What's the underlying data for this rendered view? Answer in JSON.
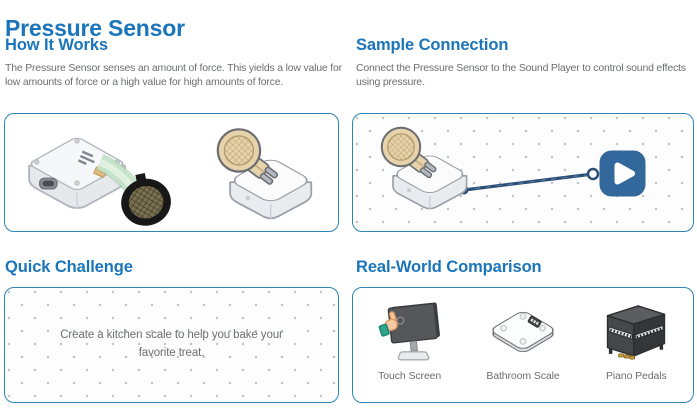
{
  "page": {
    "title": "Pressure Sensor"
  },
  "colors": {
    "heading_blue": "#1b75bb",
    "body_gray": "#6d6e71",
    "card_border": "#2f85b5",
    "sound_player_blue": "#33689c",
    "wire_blue": "#2b4f76",
    "sensor_pad_tan": "#e6d3ab"
  },
  "sections": {
    "how_it_works": {
      "heading": "How It Works",
      "body": "The Pressure Sensor senses an amount of force. This yields a low value for low amounts of force or a high value for high amounts of force.",
      "icons": [
        "pressure-sensor-photo",
        "pressure-sensor-illustration"
      ]
    },
    "sample_connection": {
      "heading": "Sample Connection",
      "body": "Connect the Pressure Sensor to the Sound Player to control sound effects using pressure.",
      "icons": [
        "pressure-sensor-illustration",
        "connection-wire",
        "sound-player-icon"
      ]
    },
    "quick_challenge": {
      "heading": "Quick Challenge",
      "body": "Create a kitchen scale to help you bake your favorite treat."
    },
    "real_world": {
      "heading": "Real-World Comparison",
      "items": [
        {
          "label": "Touch Screen",
          "icon": "touch-screen-icon"
        },
        {
          "label": "Bathroom Scale",
          "icon": "bathroom-scale-icon"
        },
        {
          "label": "Piano Pedals",
          "icon": "piano-pedals-icon"
        }
      ]
    }
  }
}
